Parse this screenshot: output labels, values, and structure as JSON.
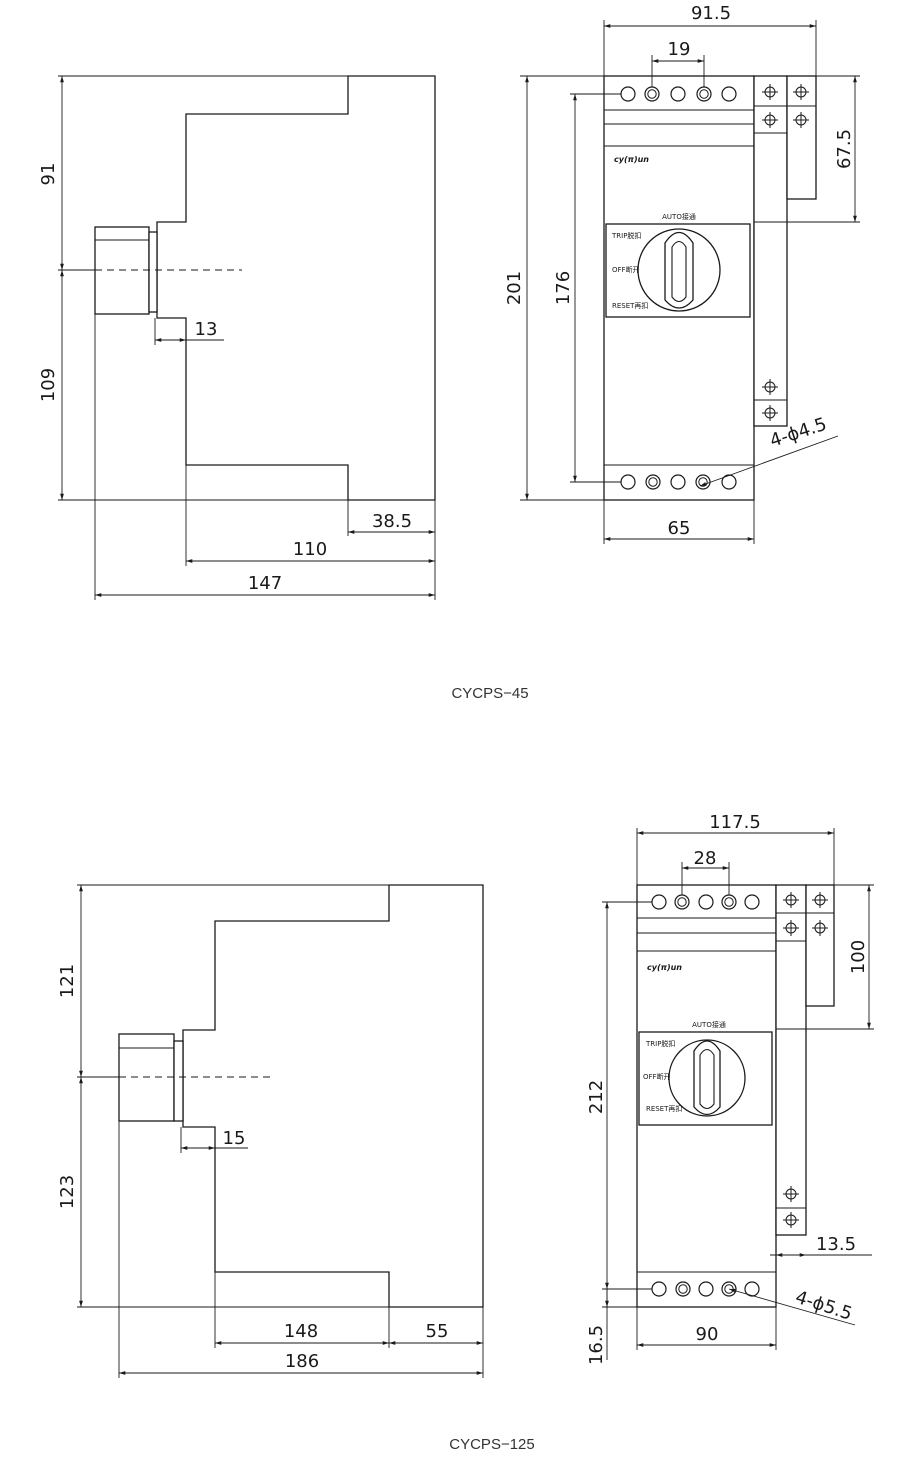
{
  "models": [
    {
      "caption": "CYCPS−45",
      "brand": "cy(π)un",
      "dims": {
        "d91": "91",
        "d109": "109",
        "d13": "13",
        "d38_5": "38.5",
        "d110": "110",
        "d147": "147",
        "d91_5": "91.5",
        "d19": "19",
        "d67_5": "67.5",
        "d201": "201",
        "d176": "176",
        "d65": "65",
        "holes": "4-ϕ4.5"
      },
      "panel": {
        "auto": "AUTO接通",
        "trip": "TRIP脱扣",
        "off": "OFF断开",
        "reset": "RESET再扣"
      }
    },
    {
      "caption": "CYCPS−125",
      "brand": "cy(π)un",
      "dims": {
        "d121": "121",
        "d123": "123",
        "d15": "15",
        "d148": "148",
        "d55": "55",
        "d186": "186",
        "d117_5": "117.5",
        "d28": "28",
        "d100": "100",
        "d212": "212",
        "d13_5": "13.5",
        "d16_5": "16.5",
        "d90": "90",
        "holes": "4-ϕ5.5"
      },
      "panel": {
        "auto": "AUTO接通",
        "trip": "TRIP脱扣",
        "off": "OFF断开",
        "reset": "RESET再扣"
      }
    }
  ]
}
